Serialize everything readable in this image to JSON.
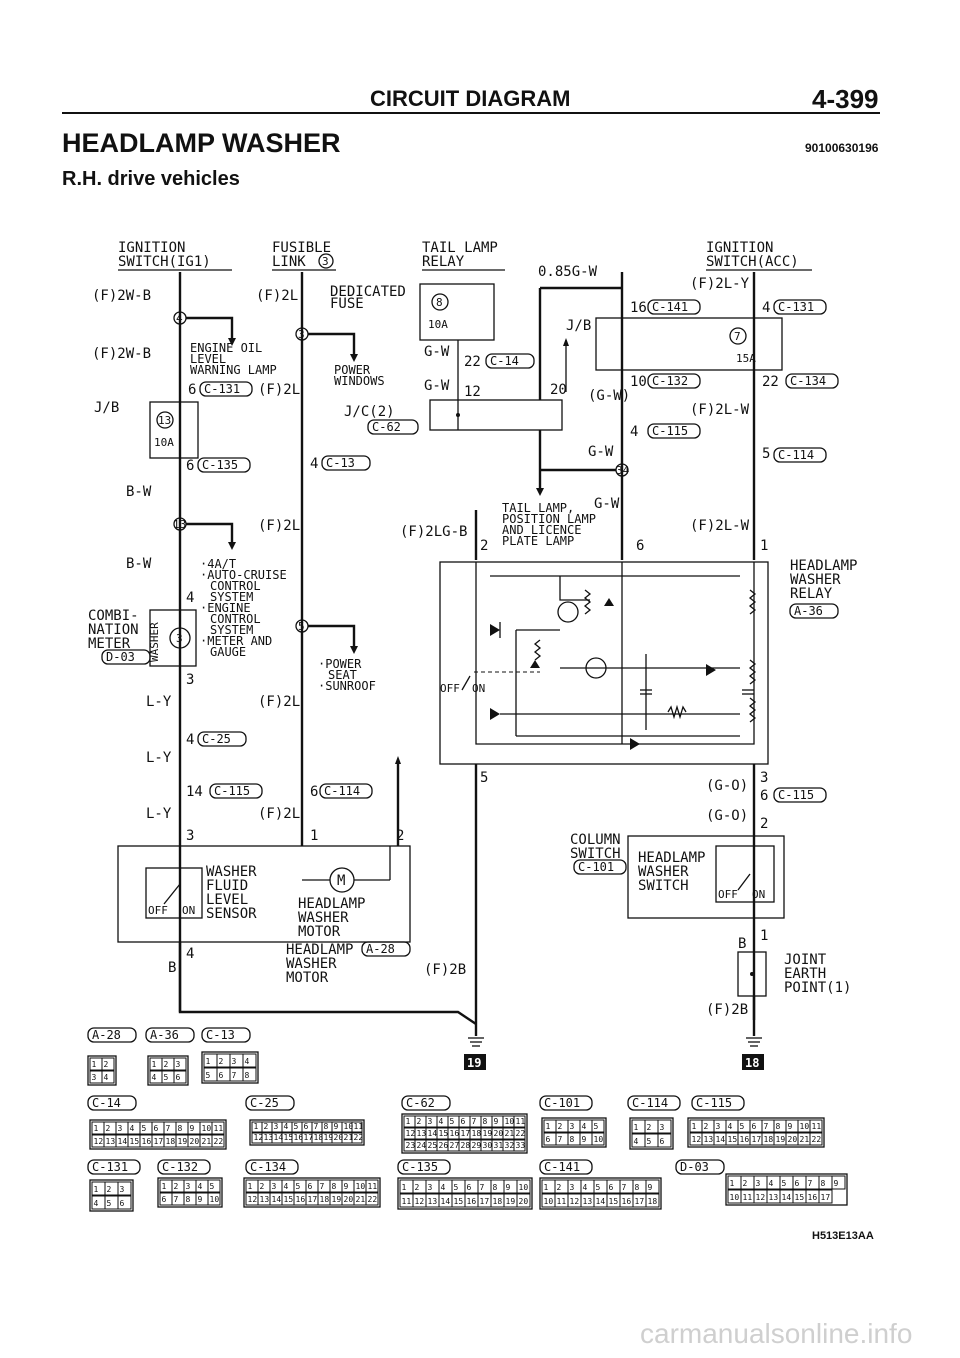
{
  "header": {
    "title": "CIRCUIT DIAGRAM",
    "page": "4-399"
  },
  "section": {
    "title": "HEADLAMP WASHER",
    "code": "90100630196",
    "subtitle": "R.H. drive vehicles"
  },
  "labels": {
    "ignition_ig1": "IGNITION",
    "ignition_ig1_b": "SWITCH(IG1)",
    "fusible": "FUSIBLE",
    "fusible_b": "LINK",
    "tail_relay": "TAIL LAMP",
    "tail_relay_b": "RELAY",
    "ignition_acc": "IGNITION",
    "ignition_acc_b": "SWITCH(ACC)",
    "f_2wb1": "(F)2W-B",
    "f_2wb2": "(F)2W-B",
    "f_2l1": "(F)2L",
    "f_2l2": "(F)2L",
    "f_2l3": "(F)2L",
    "f_2l4": "(F)2L",
    "f_2l5": "(F)2L",
    "ded_fuse": "DEDICATED",
    "ded_fuse_b": "FUSE",
    "engine_oil": "ENGINE OIL",
    "engine_oil_b": "LEVEL",
    "engine_oil_c": "WARNING LAMP",
    "power_windows": "POWER",
    "power_windows_b": "WINDOWS",
    "jb1": "J/B",
    "jb2": "J/B",
    "jc2": "J/C(2)",
    "gw1": "G-W",
    "gw2": "G-W",
    "gw3": "G-W",
    "gw4": "G-W",
    "bw1": "B-W",
    "bw2": "B-W",
    "wire_085": "0.85G-W",
    "f2ly": "(F)2L-Y",
    "f2lw1": "(F)2L-W",
    "f2lw2": "(F)2L-W",
    "gw_paren": "(G-W)",
    "fuse10a1": "10A",
    "fuse10a2": "10A",
    "fuse15a": "15A",
    "tail_pos": "TAIL LAMP,",
    "tail_pos_b": "POSITION LAMP",
    "tail_pos_c": "AND LICENCE",
    "tail_pos_d": "PLATE LAMP",
    "f2lgb": "(F)2LG-B",
    "cruise_a": "·4A/T",
    "cruise_b": "·AUTO-CRUISE",
    "cruise_c": "CONTROL",
    "cruise_d": "SYSTEM",
    "cruise_e": "·ENGINE",
    "cruise_f": "CONTROL",
    "cruise_g": "SYSTEM",
    "cruise_h": "·METER AND",
    "cruise_i": "GAUGE",
    "combi": "COMBI-",
    "combi_b": "NATION",
    "combi_c": "METER",
    "washer_v": "WASHER",
    "power_seat": "·POWER",
    "power_seat_b": "SEAT",
    "power_seat_c": "·SUNROOF",
    "ly1": "L-Y",
    "ly2": "L-Y",
    "ly3": "L-Y",
    "relay": "HEADLAMP",
    "relay_b": "WASHER",
    "relay_c": "RELAY",
    "off1": "OFF",
    "on1": "ON",
    "off2": "OFF",
    "on2": "ON",
    "off3": "OFF",
    "on3": "ON",
    "go1": "(G-O)",
    "go2": "(G-O)",
    "column": "COLUMN",
    "column_b": "SWITCH",
    "hw_switch": "HEADLAMP",
    "hw_switch_b": "WASHER",
    "hw_switch_c": "SWITCH",
    "sensor": "WASHER",
    "sensor_b": "FLUID",
    "sensor_c": "LEVEL",
    "sensor_d": "SENSOR",
    "motor": "HEADLAMP",
    "motor_b": "WASHER",
    "motor_c": "MOTOR",
    "motor2": "HEADLAMP",
    "motor2_b": "WASHER",
    "motor2_c": "MOTOR",
    "b1": "B",
    "b2": "B",
    "f2b1": "(F)2B",
    "f2b2": "(F)2B",
    "joint": "JOINT",
    "joint_b": "EARTH",
    "joint_c": "POINT(1)",
    "m": "M",
    "n4a": "4",
    "n6a": "6",
    "n6b": "6",
    "n3a": "3",
    "n4b": "4",
    "n3b": "3",
    "n4c": "4",
    "n14": "14",
    "n3c": "3",
    "n4d": "4",
    "n4e": "4",
    "n6c": "6",
    "n1a": "1",
    "n2a": "2",
    "n22": "22",
    "n12": "12",
    "n20": "20",
    "n16": "16",
    "n4f": "4",
    "n10": "10",
    "n22b": "22",
    "n4g": "4",
    "n5a": "5",
    "n2b": "2",
    "n6d": "6",
    "n1b": "1",
    "n5b": "5",
    "n3d": "3",
    "n6e": "6",
    "n2c": "2",
    "n1c": "1",
    "c1": "4",
    "c2": "3",
    "c3": "13",
    "c4": "13",
    "c5": "5",
    "c6": "34",
    "c7": "8",
    "c8": "7",
    "c9": "19",
    "c10": "18"
  },
  "connectors": {
    "c131a": "C-131",
    "c135": "C-135",
    "c13a": "C-13",
    "c14a": "C-14",
    "c62a": "C-62",
    "c141a": "C-141",
    "c131b": "C-131",
    "c132a": "C-132",
    "c134a": "C-134",
    "c115a": "C-115",
    "c114a": "C-114",
    "d03a": "D-03",
    "a36a": "A-36",
    "c25a": "C-25",
    "c115b": "C-115",
    "c114b": "C-114",
    "c115c": "C-115",
    "c101a": "C-101",
    "a28a": "A-28"
  },
  "legend": {
    "row1": [
      "A-28",
      "A-36",
      "C-13"
    ],
    "row2": [
      "C-14",
      "C-25",
      "C-62",
      "C-101",
      "C-114",
      "C-115"
    ],
    "row3": [
      "C-131",
      "C-132",
      "C-134",
      "C-135",
      "C-141",
      "D-03"
    ],
    "pins_a28": [
      "1",
      "2",
      "3",
      "4"
    ],
    "pins_a36": [
      "1",
      "2",
      "3",
      "4",
      "5",
      "6"
    ],
    "pins_c13": [
      "1",
      "2",
      "3",
      "4",
      "5",
      "6",
      "7",
      "8"
    ],
    "pins_c14": [
      "1",
      "2",
      "3",
      "4",
      "5",
      "6",
      "7",
      "8",
      "9",
      "10",
      "11",
      "12",
      "13",
      "14",
      "15",
      "16",
      "17",
      "18",
      "19",
      "20",
      "21",
      "22"
    ],
    "pins_c62": [
      "1",
      "2",
      "3",
      "4",
      "5",
      "6",
      "7",
      "8",
      "9",
      "10",
      "11",
      "12",
      "13",
      "14",
      "15",
      "16",
      "17",
      "18",
      "19",
      "20",
      "21",
      "22",
      "23",
      "24",
      "25",
      "26",
      "27",
      "28",
      "29",
      "30",
      "31",
      "32",
      "33"
    ],
    "pins_c101": [
      "1",
      "2",
      "3",
      "4",
      "5",
      "6",
      "7",
      "8",
      "9",
      "10"
    ],
    "pins_c114": [
      "1",
      "2",
      "3",
      "4",
      "5",
      "6"
    ],
    "pins_c131": [
      "1",
      "2",
      "3",
      "4",
      "5",
      "6"
    ],
    "pins_c135": [
      "1",
      "2",
      "3",
      "4",
      "5",
      "6",
      "7",
      "8",
      "9",
      "10",
      "11",
      "12",
      "13",
      "14",
      "15",
      "16",
      "17",
      "18",
      "19",
      "20"
    ],
    "pins_c141": [
      "1",
      "2",
      "3",
      "4",
      "5",
      "6",
      "7",
      "8",
      "9",
      "10",
      "11",
      "12",
      "13",
      "14",
      "15",
      "16",
      "17",
      "18"
    ],
    "pins_d03": [
      "1",
      "2",
      "3",
      "4",
      "5",
      "6",
      "7",
      "8",
      "9",
      "10",
      "11",
      "12",
      "13",
      "14",
      "15",
      "16",
      "17"
    ],
    "earth19": "19",
    "earth18": "18"
  },
  "figure_code": "H513E13AA",
  "watermark": "carmanualsonline.info"
}
